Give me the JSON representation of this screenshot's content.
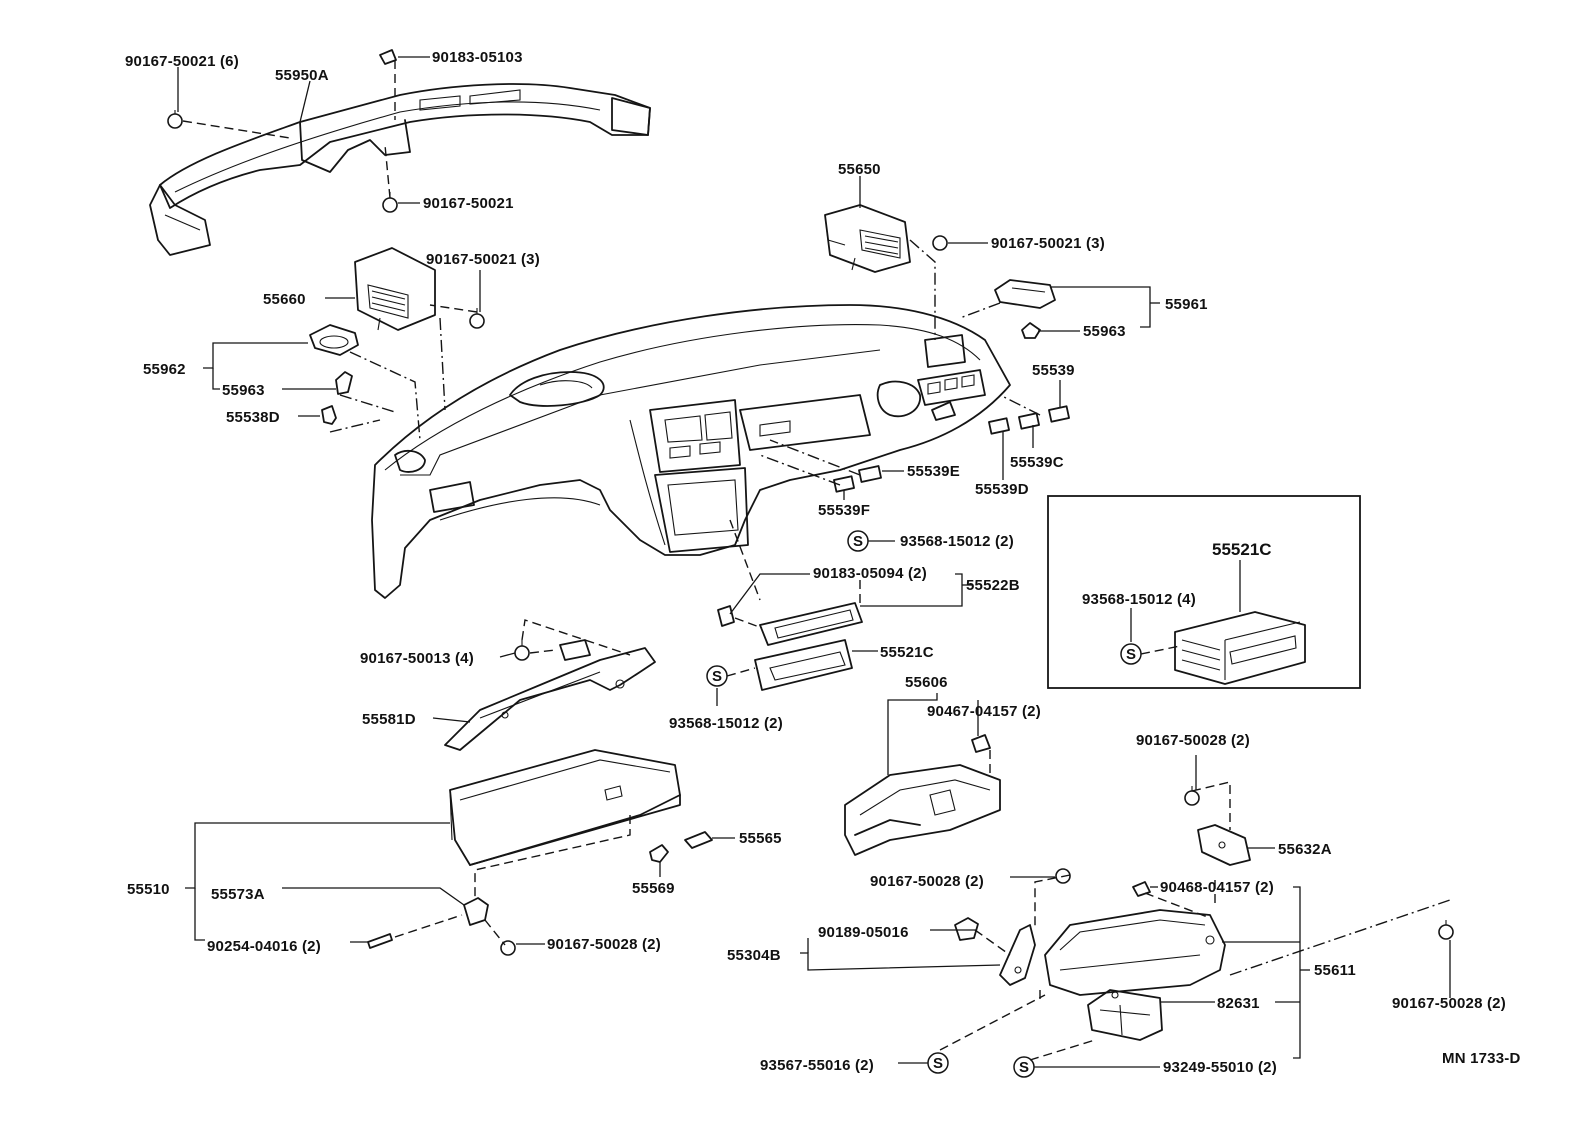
{
  "diagram": {
    "code": "MN 1733-D",
    "symbol": "S"
  },
  "labels": {
    "p90167_50021_6": "90167-50021 (6)",
    "p55950A": "55950A",
    "p90183_05103": "90183-05103",
    "p90167_50021_a": "90167-50021",
    "p55650": "55650",
    "p90167_50021_3r": "90167-50021 (3)",
    "p90167_50021_3l": "90167-50021 (3)",
    "p55660": "55660",
    "p55961": "55961",
    "p55963r": "55963",
    "p55962": "55962",
    "p55963l": "55963",
    "p55539": "55539",
    "p55538D": "55538D",
    "p55539E": "55539E",
    "p55539C": "55539C",
    "p55539D": "55539D",
    "p55539F": "55539F",
    "p93568_15012_2a": "93568-15012 (2)",
    "p90183_05094": "90183-05094 (2)",
    "p55522B": "55522B",
    "p55521C_box": "55521C",
    "p93568_15012_4": "93568-15012 (4)",
    "p90167_50013": "90167-50013 (4)",
    "p55521C": "55521C",
    "p93568_15012_2b": "93568-15012 (2)",
    "p55606": "55606",
    "p90467_04157": "90467-04157 (2)",
    "p55581D": "55581D",
    "p90167_50028_2a": "90167-50028 (2)",
    "p55565": "55565",
    "p55632A": "55632A",
    "p55510": "55510",
    "p55573A": "55573A",
    "p55569": "55569",
    "p90167_50028_2b": "90167-50028 (2)",
    "p90468_04157": "90468-04157 (2)",
    "p90254_04016": "90254-04016 (2)",
    "p90167_50028_2c": "90167-50028 (2)",
    "p90189_05016": "90189-05016",
    "p55304B": "55304B",
    "p55611": "55611",
    "p82631": "82631",
    "p90167_50028_2d": "90167-50028 (2)",
    "p93567_55016": "93567-55016 (2)",
    "p93249_55010": "93249-55010 (2)"
  }
}
